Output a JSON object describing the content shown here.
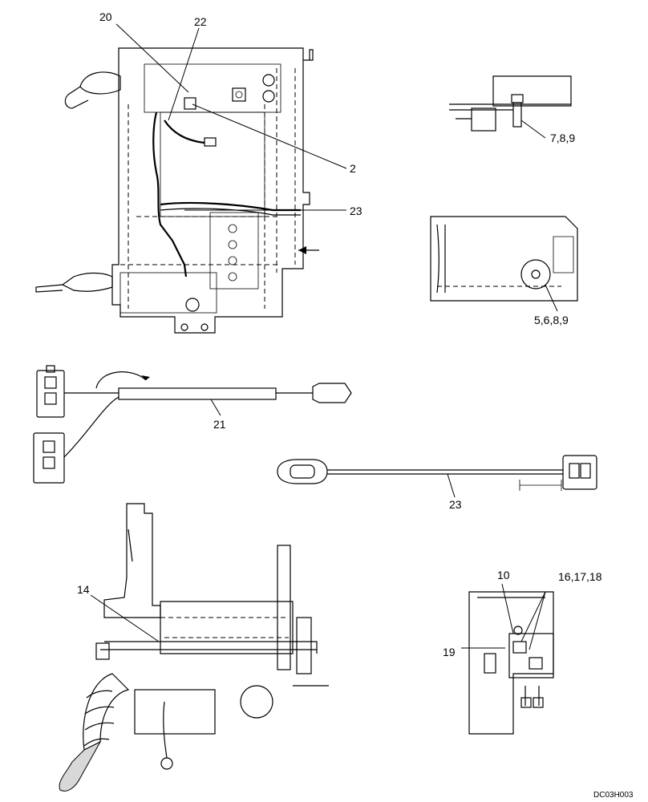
{
  "callouts": {
    "c20": "20",
    "c22": "22",
    "c2": "2",
    "c23a": "23",
    "c789": "7,8,9",
    "c5689": "5,6,8,9",
    "c21": "21",
    "c23b": "23",
    "c14": "14",
    "c10": "10",
    "c161718": "16,17,18",
    "c19": "19"
  },
  "drawing_code": "DC03H003"
}
